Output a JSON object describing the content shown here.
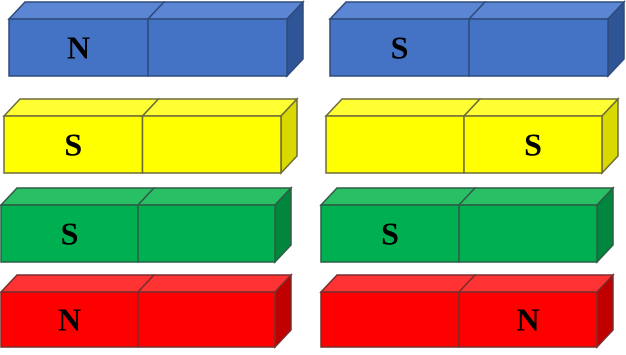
{
  "colors": {
    "blue": {
      "front": "#4472C4",
      "top": "#5B86D4",
      "side": "#2F5597",
      "stroke": "#2F4B7C"
    },
    "yellow": {
      "front": "#FFFF00",
      "top": "#FFFF33",
      "side": "#D9D900",
      "stroke": "#6B6B3A"
    },
    "green": {
      "front": "#00B050",
      "top": "#29C065",
      "side": "#00873D",
      "stroke": "#2E5D45"
    },
    "red": {
      "front": "#FF0000",
      "top": "#FF3333",
      "side": "#C00000",
      "stroke": "#7A2E2E"
    }
  },
  "magnets": [
    {
      "name": "magnet-blue-left",
      "color": "blue",
      "label": "N",
      "label_half": "left"
    },
    {
      "name": "magnet-blue-right",
      "color": "blue",
      "label": "S",
      "label_half": "left"
    },
    {
      "name": "magnet-yellow-left",
      "color": "yellow",
      "label": "S",
      "label_half": "left"
    },
    {
      "name": "magnet-yellow-right",
      "color": "yellow",
      "label": "S",
      "label_half": "right"
    },
    {
      "name": "magnet-green-left",
      "color": "green",
      "label": "S",
      "label_half": "left"
    },
    {
      "name": "magnet-green-right",
      "color": "green",
      "label": "S",
      "label_half": "left"
    },
    {
      "name": "magnet-red-left",
      "color": "red",
      "label": "N",
      "label_half": "left"
    },
    {
      "name": "magnet-red-right",
      "color": "red",
      "label": "N",
      "label_half": "right"
    }
  ]
}
